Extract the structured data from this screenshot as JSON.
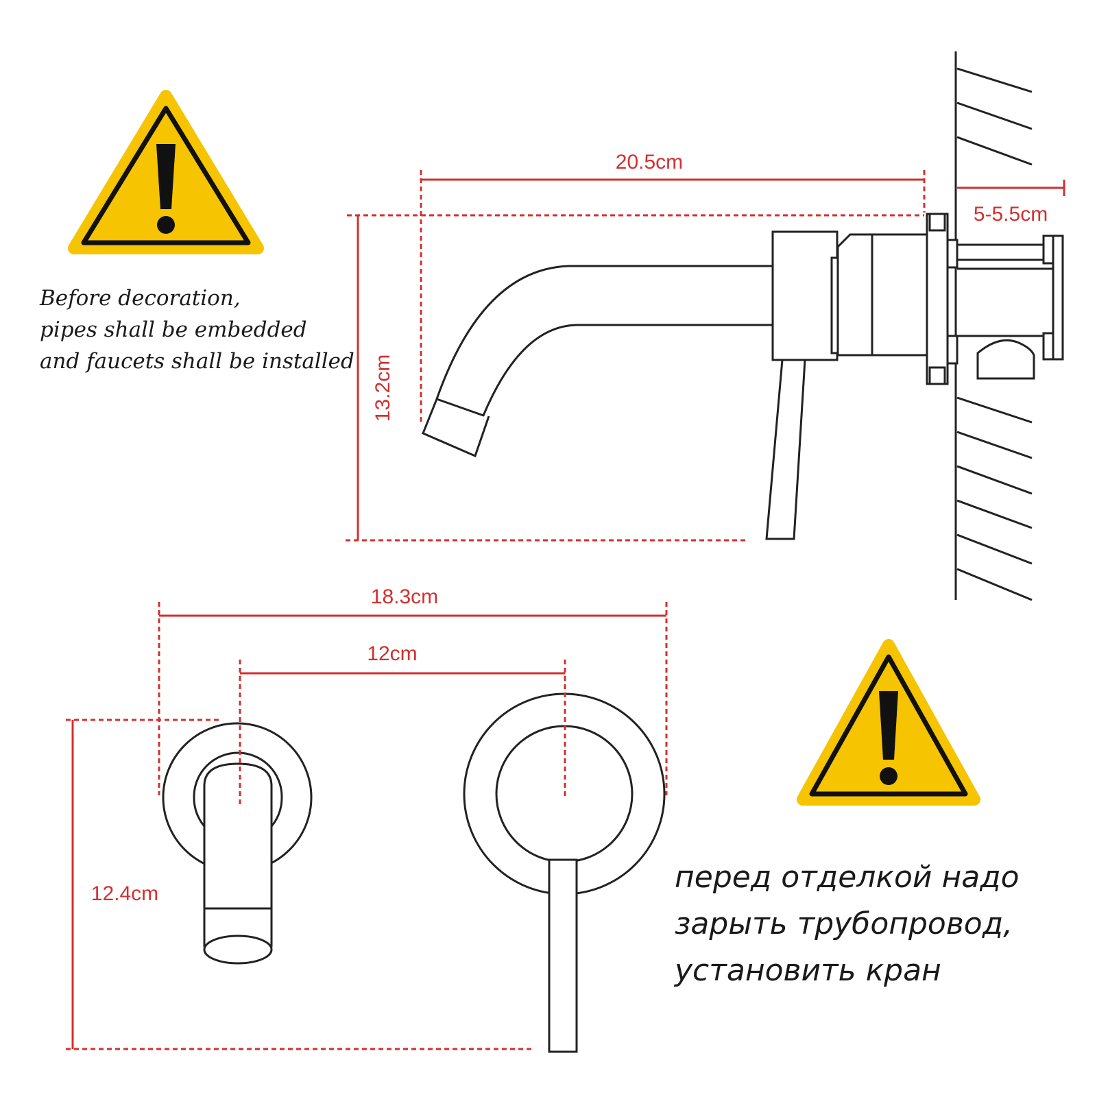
{
  "notes": {
    "english": "Before decoration,\npipes shall be embedded\nand faucets shall be installed",
    "russian": "перед отделкой надо\nзарыть трубопровод,\nустановить кран"
  },
  "dimensions": {
    "spout_length": "20.5cm",
    "wall_depth": "5-5.5cm",
    "height": "13.2cm",
    "total_width": "18.3cm",
    "center_distance": "12cm",
    "plate_height": "12.4cm"
  },
  "icons": {
    "warning": "warning-triangle-icon"
  },
  "colors": {
    "dimension": "#d32f2f",
    "warning_fill": "#f6c400",
    "outline": "#222222"
  }
}
